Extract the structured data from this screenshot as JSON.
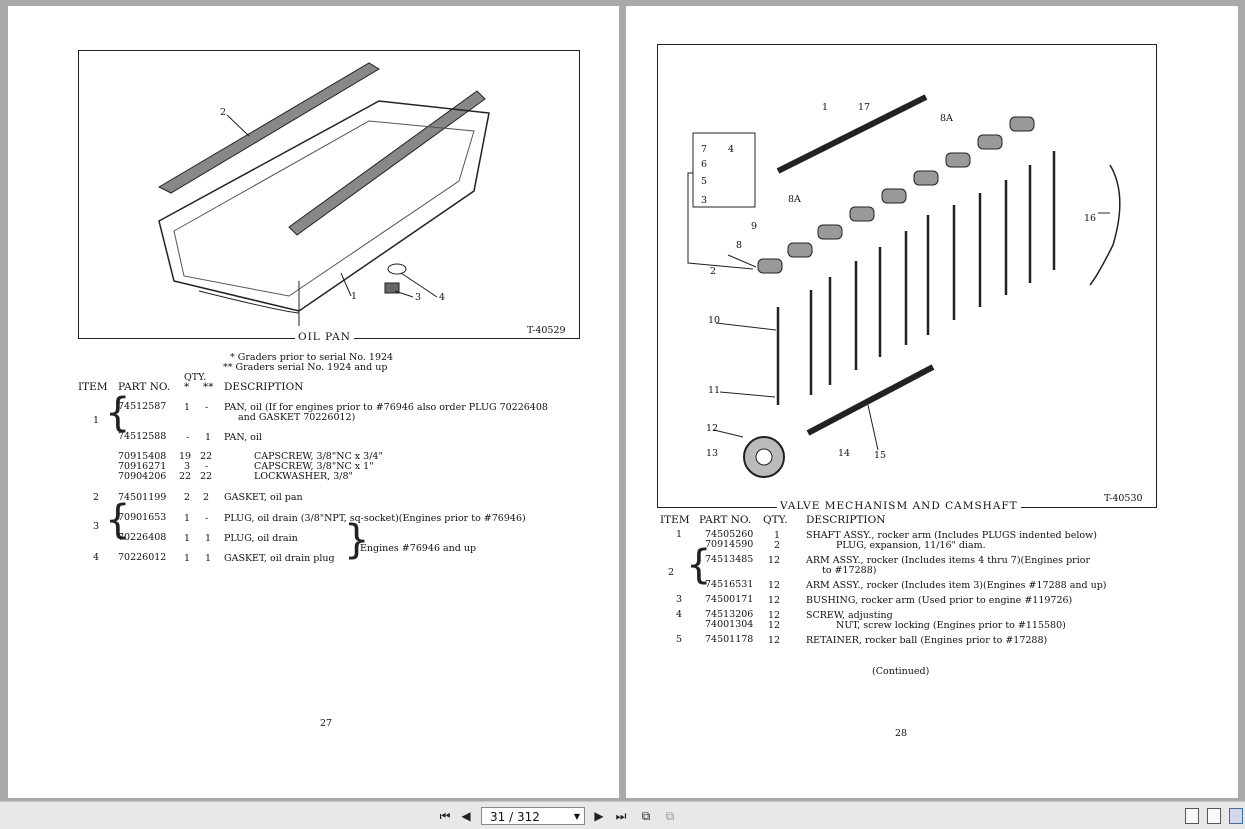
{
  "left_page": {
    "figure_caption": "OIL PAN",
    "figure_id": "T-40529",
    "callouts": [
      "2",
      "1",
      "3",
      "4"
    ],
    "notes": [
      "* Graders prior to serial No. 1924",
      "** Graders serial No. 1924 and up"
    ],
    "headers": {
      "item": "ITEM",
      "part_no": "PART NO.",
      "qty": "QTY.",
      "qty_star": "*",
      "qty_dstar": "**",
      "description": "DESCRIPTION"
    },
    "rows": [
      {
        "item": "",
        "part": "74512587",
        "q1": "1",
        "q2": "-",
        "desc": "PAN, oil (If for engines prior to #76946 also order PLUG 70226408",
        "desc2": "and GASKET 70226012)"
      },
      {
        "item": "1",
        "part": "",
        "q1": "",
        "q2": "",
        "desc": ""
      },
      {
        "item": "",
        "part": "74512588",
        "q1": "-",
        "q2": "1",
        "desc": "PAN, oil"
      },
      {
        "item": "",
        "part": "70915408",
        "q1": "19",
        "q2": "22",
        "desc": "CAPSCREW, 3/8\"NC x 3/4\""
      },
      {
        "item": "",
        "part": "70916271",
        "q1": "3",
        "q2": "-",
        "desc": "CAPSCREW, 3/8\"NC x 1\""
      },
      {
        "item": "",
        "part": "70904206",
        "q1": "22",
        "q2": "22",
        "desc": "LOCKWASHER, 3/8\""
      },
      {
        "item": "2",
        "part": "74501199",
        "q1": "2",
        "q2": "2",
        "desc": "GASKET, oil pan"
      },
      {
        "item": "",
        "part": "70901653",
        "q1": "1",
        "q2": "-",
        "desc": "PLUG, oil drain (3/8\"NPT, sq-socket)(Engines prior to #76946)"
      },
      {
        "item": "3",
        "part": "",
        "q1": "",
        "q2": "",
        "desc": ""
      },
      {
        "item": "",
        "part": "70226408",
        "q1": "1",
        "q2": "1",
        "desc": "PLUG, oil drain"
      },
      {
        "item": "4",
        "part": "70226012",
        "q1": "1",
        "q2": "1",
        "desc": "GASKET, oil drain plug"
      }
    ],
    "engines_note": "Engines #76946 and up",
    "page_number": "27"
  },
  "right_page": {
    "figure_caption": "VALVE MECHANISM AND CAMSHAFT",
    "figure_id": "T-40530",
    "callouts": [
      "1",
      "17",
      "8A",
      "7",
      "4",
      "6",
      "5",
      "3",
      "8A",
      "9",
      "8",
      "2",
      "16",
      "10",
      "11",
      "12",
      "13",
      "14",
      "15"
    ],
    "headers": {
      "item": "ITEM",
      "part_no": "PART NO.",
      "qty": "QTY.",
      "description": "DESCRIPTION"
    },
    "rows": [
      {
        "item": "1",
        "part": "74505260",
        "qty": "1",
        "desc": "SHAFT ASSY., rocker arm (Includes PLUGS indented below)"
      },
      {
        "item": "",
        "part": "70914590",
        "qty": "2",
        "desc": "PLUG, expansion, 11/16\" diam."
      },
      {
        "item": "",
        "part": "74513485",
        "qty": "12",
        "desc": "ARM ASSY., rocker (Includes items 4 thru 7)(Engines prior",
        "desc2": "to #17288)"
      },
      {
        "item": "2",
        "part": "",
        "qty": "",
        "desc": ""
      },
      {
        "item": "",
        "part": "74516531",
        "qty": "12",
        "desc": "ARM ASSY., rocker (Includes item 3)(Engines #17288 and up)"
      },
      {
        "item": "3",
        "part": "74500171",
        "qty": "12",
        "desc": "BUSHING, rocker arm (Used prior to engine #119726)"
      },
      {
        "item": "4",
        "part": "74513206",
        "qty": "12",
        "desc": "SCREW, adjusting"
      },
      {
        "item": "",
        "part": "74001304",
        "qty": "12",
        "desc": "NUT, screw locking (Engines prior to #115580)"
      },
      {
        "item": "5",
        "part": "74501178",
        "qty": "12",
        "desc": "RETAINER, rocker ball (Engines prior to #17288)"
      }
    ],
    "continued": "(Continued)",
    "page_number": "28"
  },
  "toolbar": {
    "page_indicator": "31 / 312",
    "icons": [
      "first-page-icon",
      "prev-page-icon",
      "next-page-icon",
      "last-page-icon",
      "rotate-icon",
      "fit-icon",
      "single-page-icon",
      "continuous-icon",
      "two-page-icon"
    ]
  }
}
